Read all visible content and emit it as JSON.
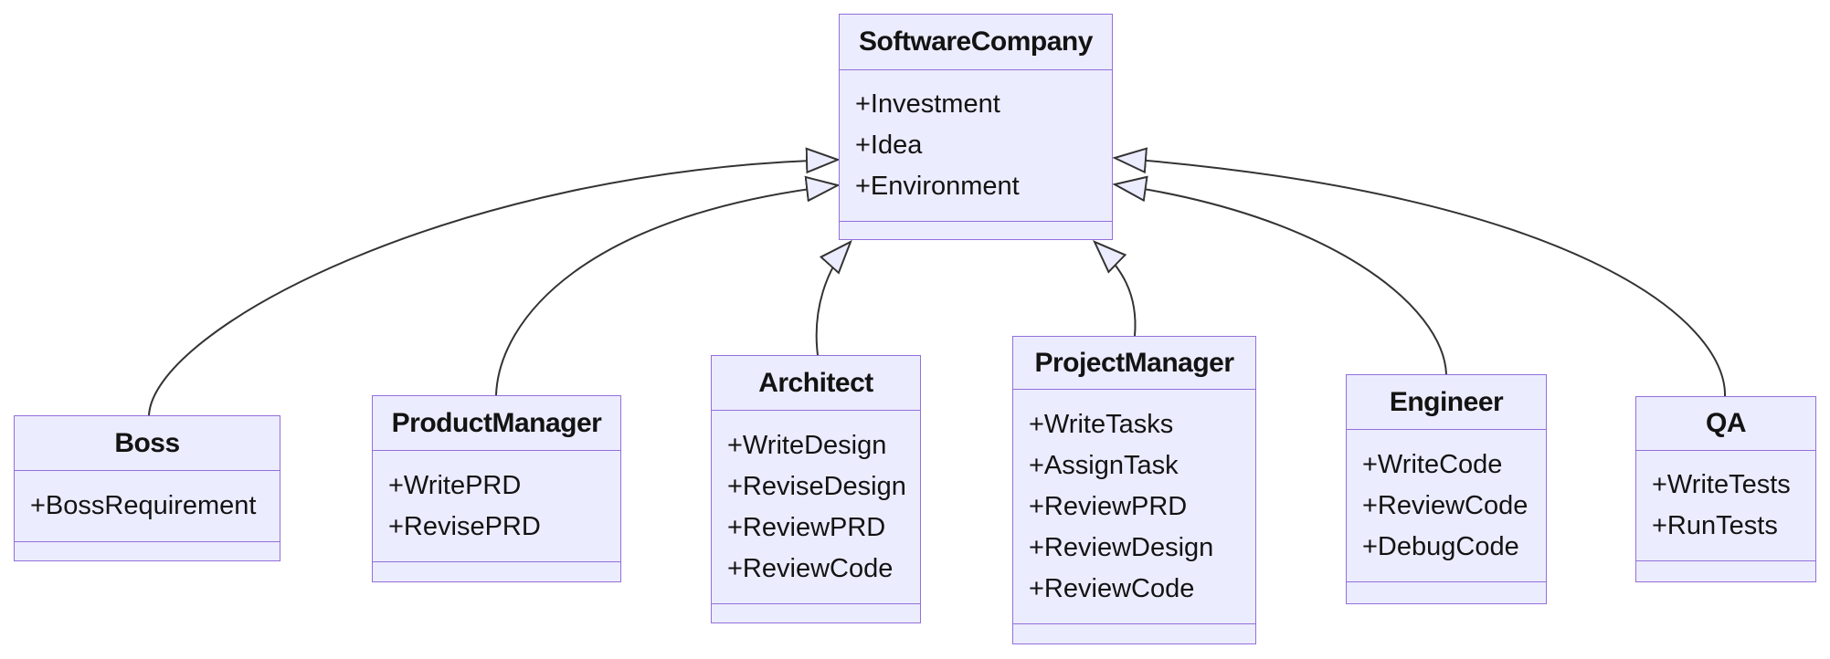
{
  "diagram": {
    "kind": "uml-class-diagram",
    "classes": [
      {
        "id": "software-company",
        "name": "SoftwareCompany",
        "attributes": [
          "+Investment",
          "+Idea",
          "+Environment"
        ],
        "methods": []
      },
      {
        "id": "boss",
        "name": "Boss",
        "attributes": [
          "+BossRequirement"
        ],
        "methods": []
      },
      {
        "id": "product-manager",
        "name": "ProductManager",
        "attributes": [
          "+WritePRD",
          "+RevisePRD"
        ],
        "methods": []
      },
      {
        "id": "architect",
        "name": "Architect",
        "attributes": [
          "+WriteDesign",
          "+ReviseDesign",
          "+ReviewPRD",
          "+ReviewCode"
        ],
        "methods": []
      },
      {
        "id": "project-manager",
        "name": "ProjectManager",
        "attributes": [
          "+WriteTasks",
          "+AssignTask",
          "+ReviewPRD",
          "+ReviewDesign",
          "+ReviewCode"
        ],
        "methods": []
      },
      {
        "id": "engineer",
        "name": "Engineer",
        "attributes": [
          "+WriteCode",
          "+ReviewCode",
          "+DebugCode"
        ],
        "methods": []
      },
      {
        "id": "qa",
        "name": "QA",
        "attributes": [
          "+WriteTests",
          "+RunTests"
        ],
        "methods": []
      }
    ],
    "relations": [
      {
        "from": "Boss",
        "to": "SoftwareCompany",
        "type": "inheritance"
      },
      {
        "from": "ProductManager",
        "to": "SoftwareCompany",
        "type": "inheritance"
      },
      {
        "from": "Architect",
        "to": "SoftwareCompany",
        "type": "inheritance"
      },
      {
        "from": "ProjectManager",
        "to": "SoftwareCompany",
        "type": "inheritance"
      },
      {
        "from": "Engineer",
        "to": "SoftwareCompany",
        "type": "inheritance"
      },
      {
        "from": "QA",
        "to": "SoftwareCompany",
        "type": "inheritance"
      }
    ],
    "colors": {
      "node_fill": "#ECECFF",
      "node_border": "#9370DB",
      "edge_line": "#333333",
      "arrowhead_fill": "#ECECFF",
      "text": "#131313",
      "background": "#ffffff"
    }
  }
}
